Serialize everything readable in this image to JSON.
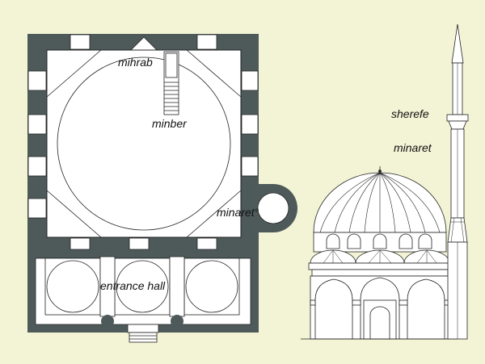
{
  "labels": {
    "mihrab": "mihrab",
    "minber": "minber",
    "minaret_plan": "minaret°",
    "entrance_hall": "entrance hall",
    "sherefe": "sherefe",
    "minaret_elevation": "minaret"
  },
  "colors": {
    "background": "#f3f4d6",
    "wall": "#4e5a5a",
    "line": "#222222",
    "paper": "#ffffff"
  }
}
